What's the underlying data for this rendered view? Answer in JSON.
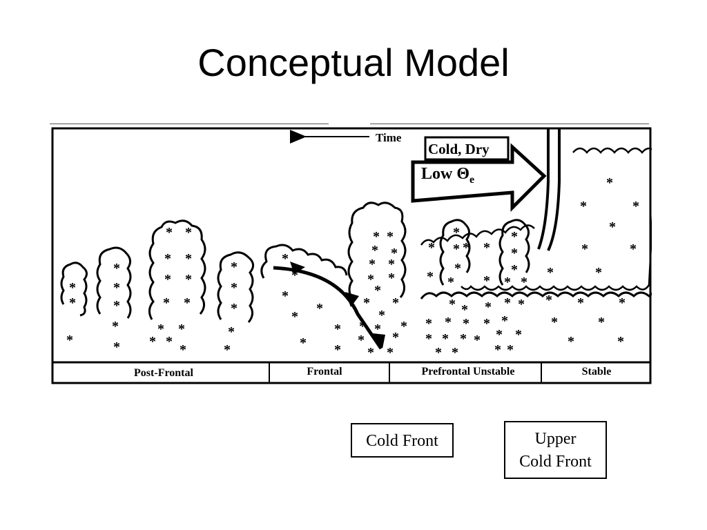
{
  "title": "Conceptual Model",
  "diagram": {
    "time_label": "Time",
    "cold_dry_label": "Cold, Dry",
    "low_theta_label": "Low Θ",
    "theta_subscript": "e",
    "regions": [
      "Post-Frontal",
      "Frontal",
      "Prefrontal Unstable",
      "Stable"
    ],
    "snow_symbol": "*"
  },
  "legend": {
    "cold_front": "Cold Front",
    "upper_cold_front_line1": "Upper",
    "upper_cold_front_line2": "Cold Front"
  }
}
